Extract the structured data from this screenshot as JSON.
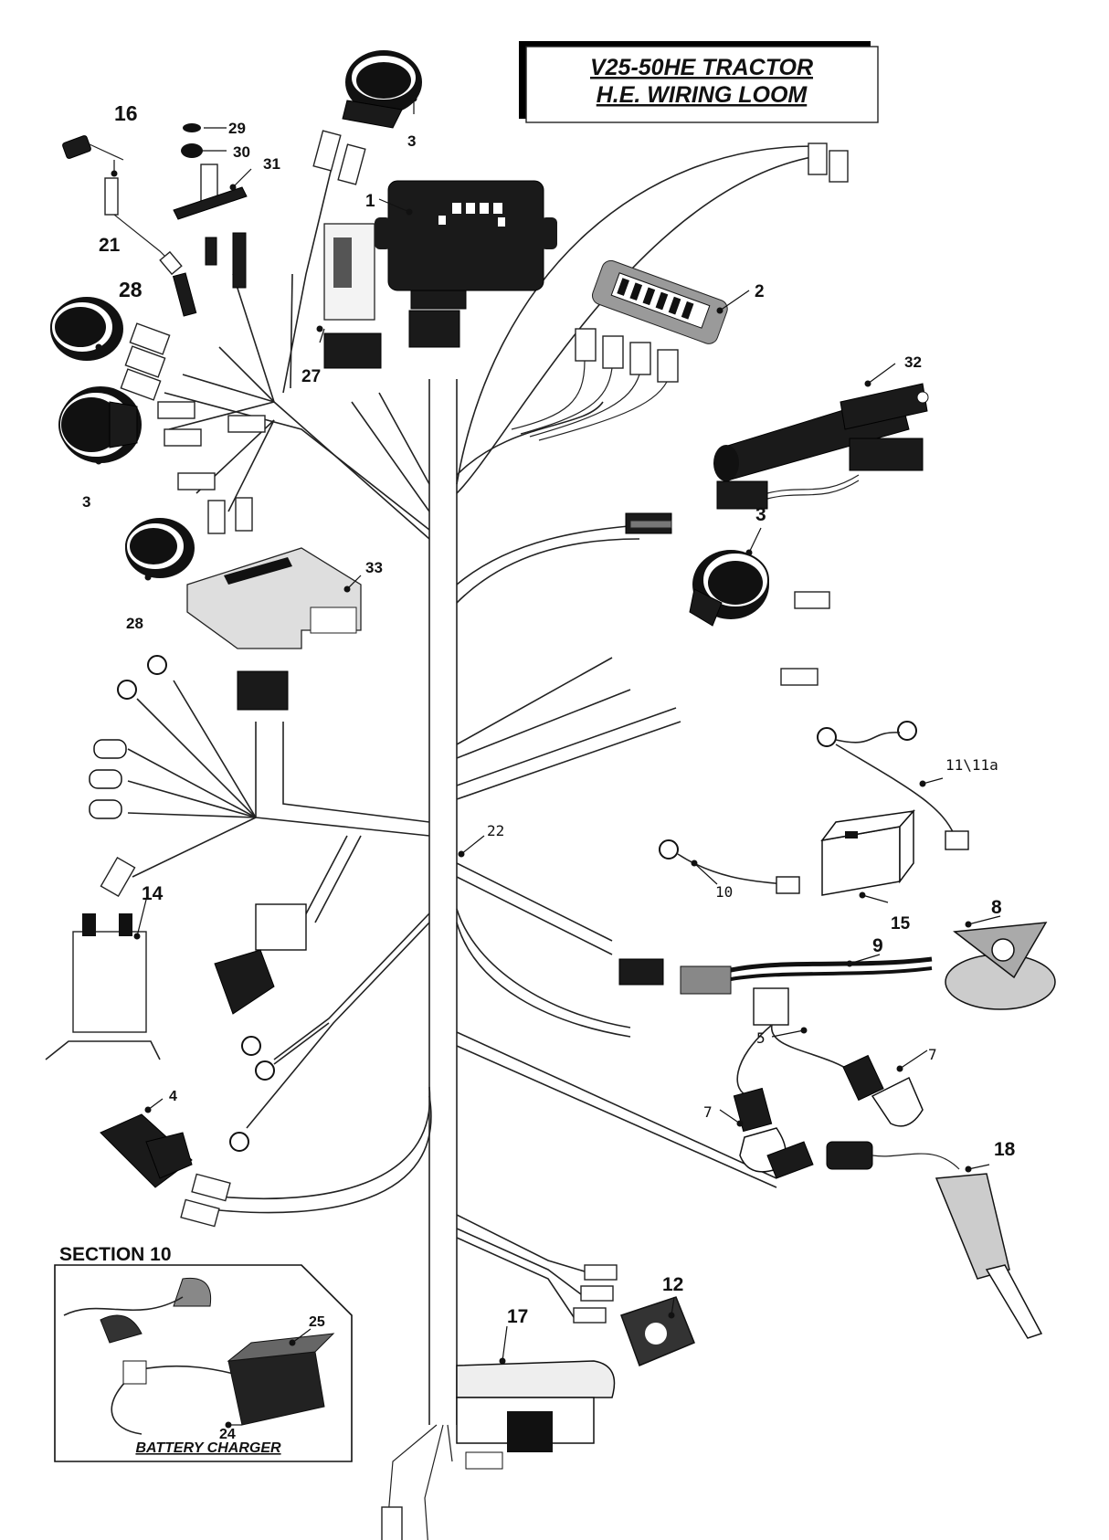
{
  "title": {
    "line1": "V25-50HE TRACTOR",
    "line2": "H.E. WIRING LOOM"
  },
  "section": {
    "heading": "SECTION 10",
    "caption": "BATTERY CHARGER"
  },
  "callouts": {
    "c1": "1",
    "c2": "2",
    "c3a": "3",
    "c3b": "3",
    "c3c": "3",
    "c4": "4",
    "c5": "5",
    "c7a": "7",
    "c7b": "7",
    "c8": "8",
    "c9": "9",
    "c10": "10",
    "c11": "11\\11a",
    "c12": "12",
    "c14": "14",
    "c15": "15",
    "c16": "16",
    "c17": "17",
    "c18": "18",
    "c21": "21",
    "c22": "22",
    "c24": "24",
    "c25": "25",
    "c27": "27",
    "c28a": "28",
    "c28b": "28",
    "c29": "29",
    "c30": "30",
    "c31": "31",
    "c32": "32",
    "c33": "33"
  }
}
